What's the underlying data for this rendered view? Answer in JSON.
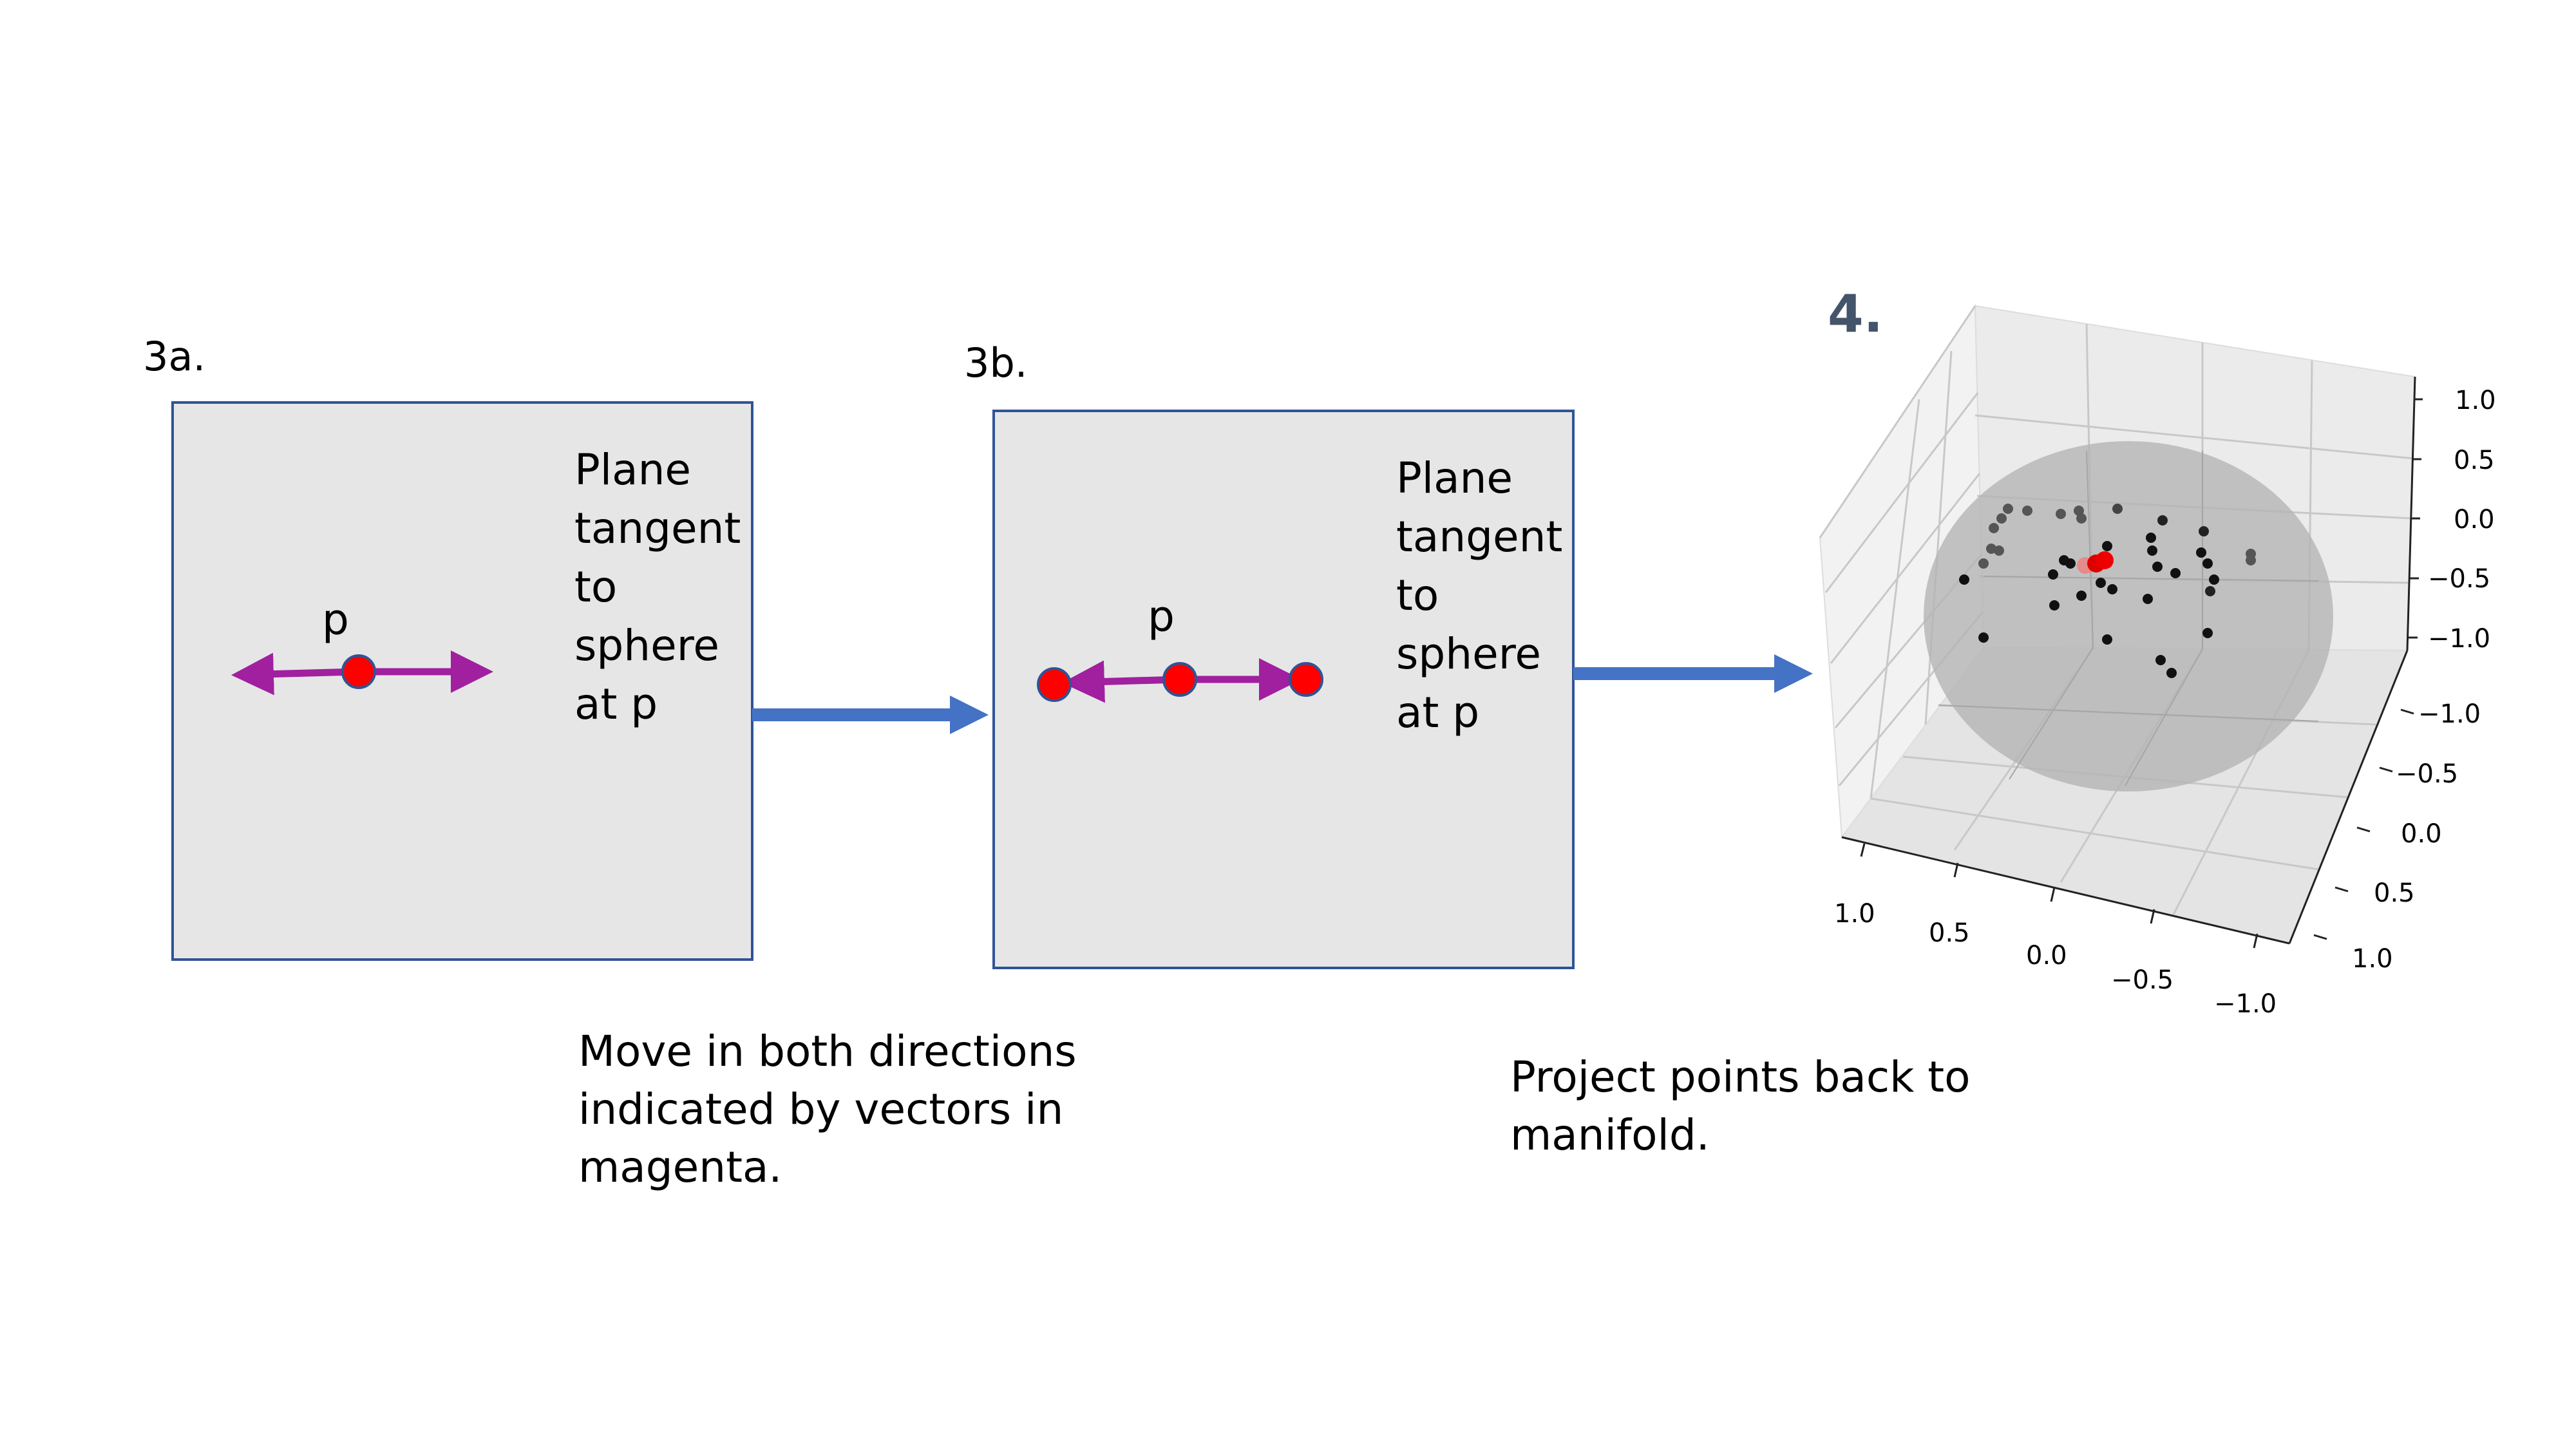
{
  "panel_3a": {
    "step_label": "3a.",
    "point_label": "p",
    "plane_text_lines": [
      "Plane",
      "tangent",
      "to",
      "sphere",
      "at p"
    ]
  },
  "panel_3b": {
    "step_label": "3b.",
    "point_label": "p",
    "plane_text_lines": [
      "Plane",
      "tangent",
      "to",
      "sphere",
      "at p"
    ]
  },
  "step_4": {
    "step_label": "4.",
    "plot": {
      "type": "3d-scatter",
      "x_ticks": [
        "1.0",
        "0.5",
        "0.0",
        "−0.5",
        "−1.0"
      ],
      "y_ticks": [
        "−1.0",
        "−0.5",
        "0.0",
        "0.5",
        "1.0"
      ],
      "z_ticks": [
        "1.0",
        "0.5",
        "0.0",
        "−0.5",
        "−1.0"
      ]
    }
  },
  "captions": {
    "move_lines": [
      "Move in both directions",
      "indicated by vectors in",
      "magenta."
    ],
    "project_lines": [
      "Project points back to",
      "manifold."
    ]
  },
  "colors": {
    "panel_fill": "#e6e6e6",
    "panel_border": "#2f5496",
    "arrow_blue": "#4472c4",
    "vector_magenta": "#a020a0",
    "point_red": "#ff0000",
    "point_stroke": "#2f5496",
    "step4_label": "#44546a",
    "sphere": "#b3b3b3"
  }
}
